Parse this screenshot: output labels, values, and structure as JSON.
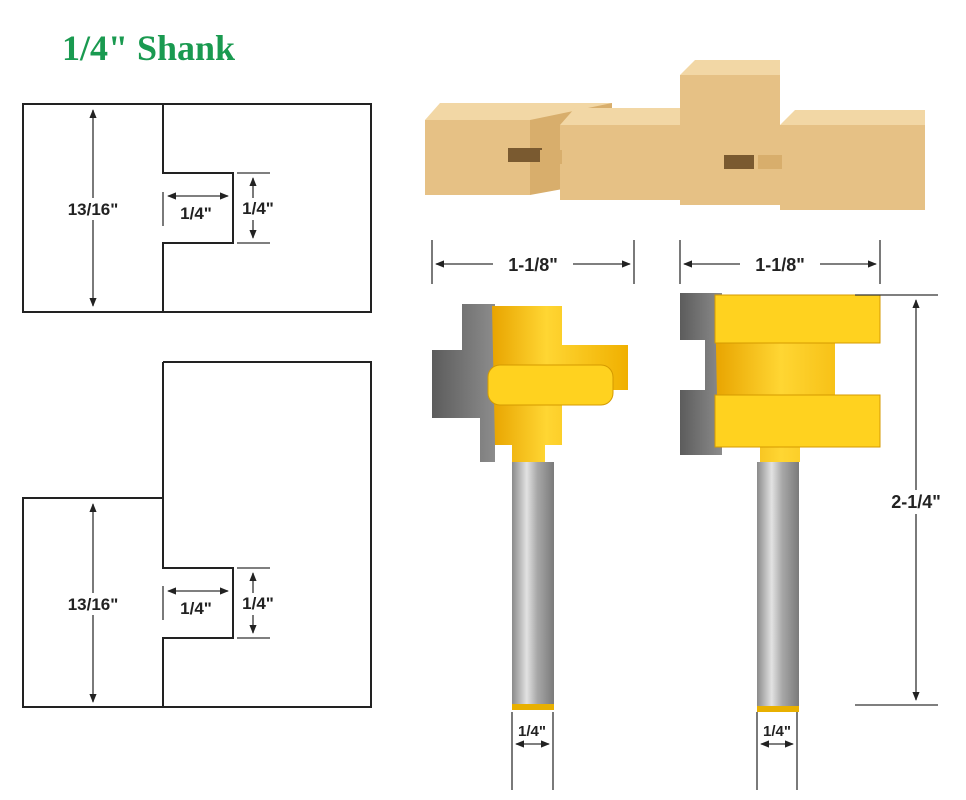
{
  "title": "1/4\" Shank",
  "diagrams": {
    "top": {
      "height_label": "13/16\"",
      "tongue_length_label": "1/4\"",
      "tongue_width_label": "1/4\""
    },
    "bottom": {
      "height_label": "13/16\"",
      "groove_depth_label": "1/4\"",
      "groove_width_label": "1/4\""
    }
  },
  "bits": {
    "left": {
      "cutter_diameter_label": "1-1/8\"",
      "shank_label": "1/4\""
    },
    "right": {
      "cutter_diameter_label": "1-1/8\"",
      "shank_label": "1/4\"",
      "overall_length_label": "2-1/4\""
    }
  },
  "colors": {
    "title": "#1a9a50",
    "wood": "#e6c185",
    "bit_body": "#f5b800",
    "carbide": "#6e6e6e",
    "shank": "#b8b8b8"
  }
}
